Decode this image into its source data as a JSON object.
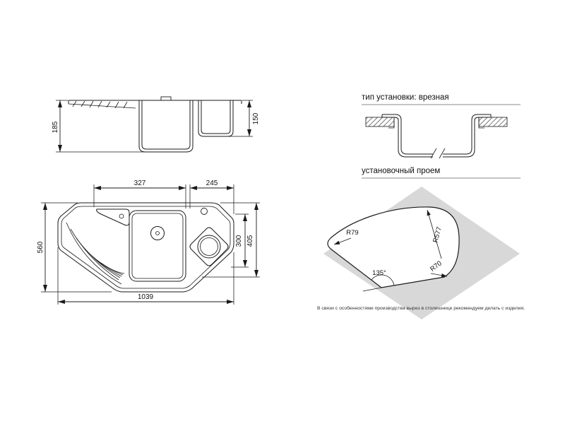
{
  "side_view": {
    "dim_depth_main": "185",
    "dim_depth_small": "150"
  },
  "plan_view": {
    "dim_main_bowl_width": "327",
    "dim_right_bowl_width": "245",
    "dim_total_depth": "560",
    "dim_right_inner": "300",
    "dim_right_outer": "405",
    "dim_total_width": "1039"
  },
  "installation": {
    "title": "тип установки: врезная"
  },
  "opening": {
    "title": "установочный проем",
    "radius_left": "R79",
    "radius_top": "R577",
    "radius_right": "R70",
    "angle": "135°",
    "note": "В связи с особенностями производства вырез в столешнице рекомендуем делать с изделия."
  },
  "colors": {
    "line": "#1a1a1a",
    "gray_fill": "#d8d8d8"
  }
}
